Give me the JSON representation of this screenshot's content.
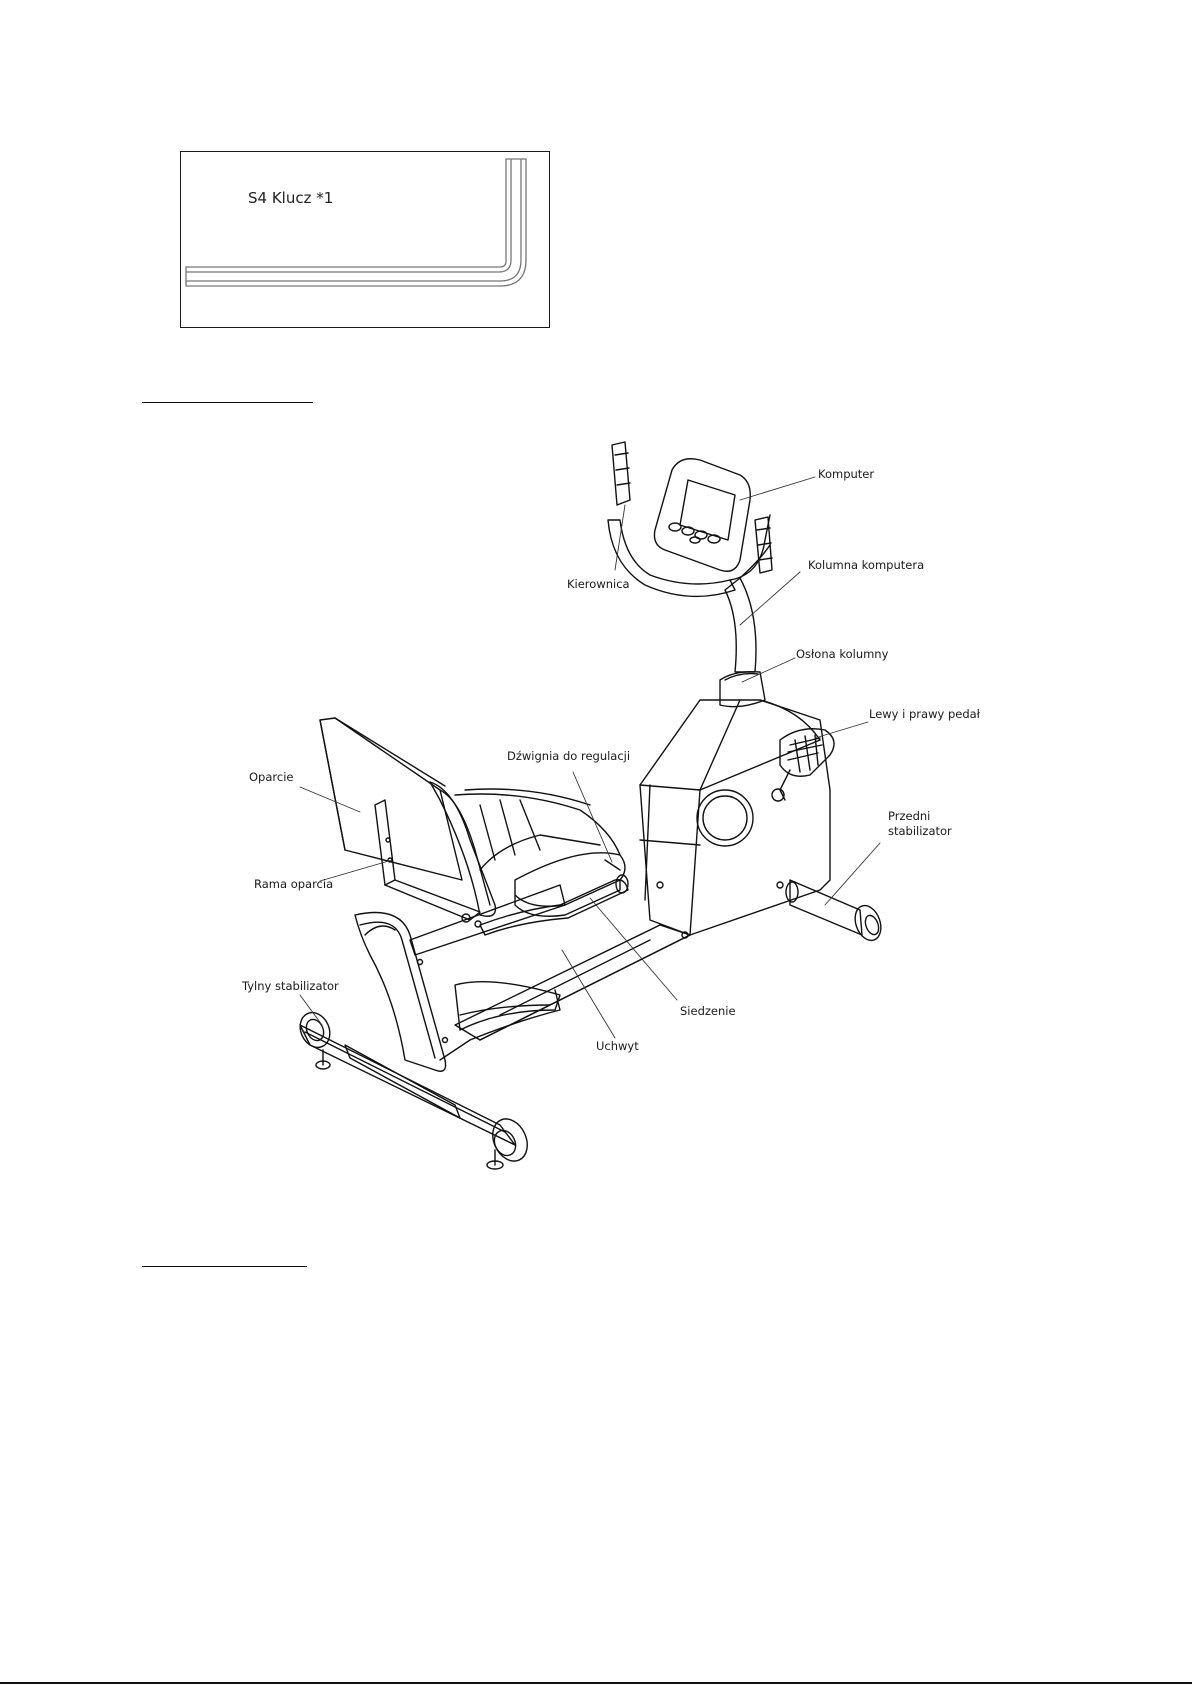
{
  "accessory": {
    "label": "S4 Klucz *1"
  },
  "diagram": {
    "labels": {
      "komputer": "Komputer",
      "kierownica": "Kierownica",
      "kolumna_komputera": "Kolumna komputera",
      "oslona_kolumny": "Osłona kolumny",
      "pedal": "Lewy i prawy pedał",
      "oparcie": "Oparcie",
      "dzwignia": "Dźwignia do regulacji",
      "przedni_1": "Przedni",
      "przedni_2": "stabilizator",
      "rama_oparcia": "Rama oparcia",
      "tylny_stabilizator": "Tylny stabilizator",
      "siedzenie": "Siedzenie",
      "uchwyt": "Uchwyt"
    }
  }
}
